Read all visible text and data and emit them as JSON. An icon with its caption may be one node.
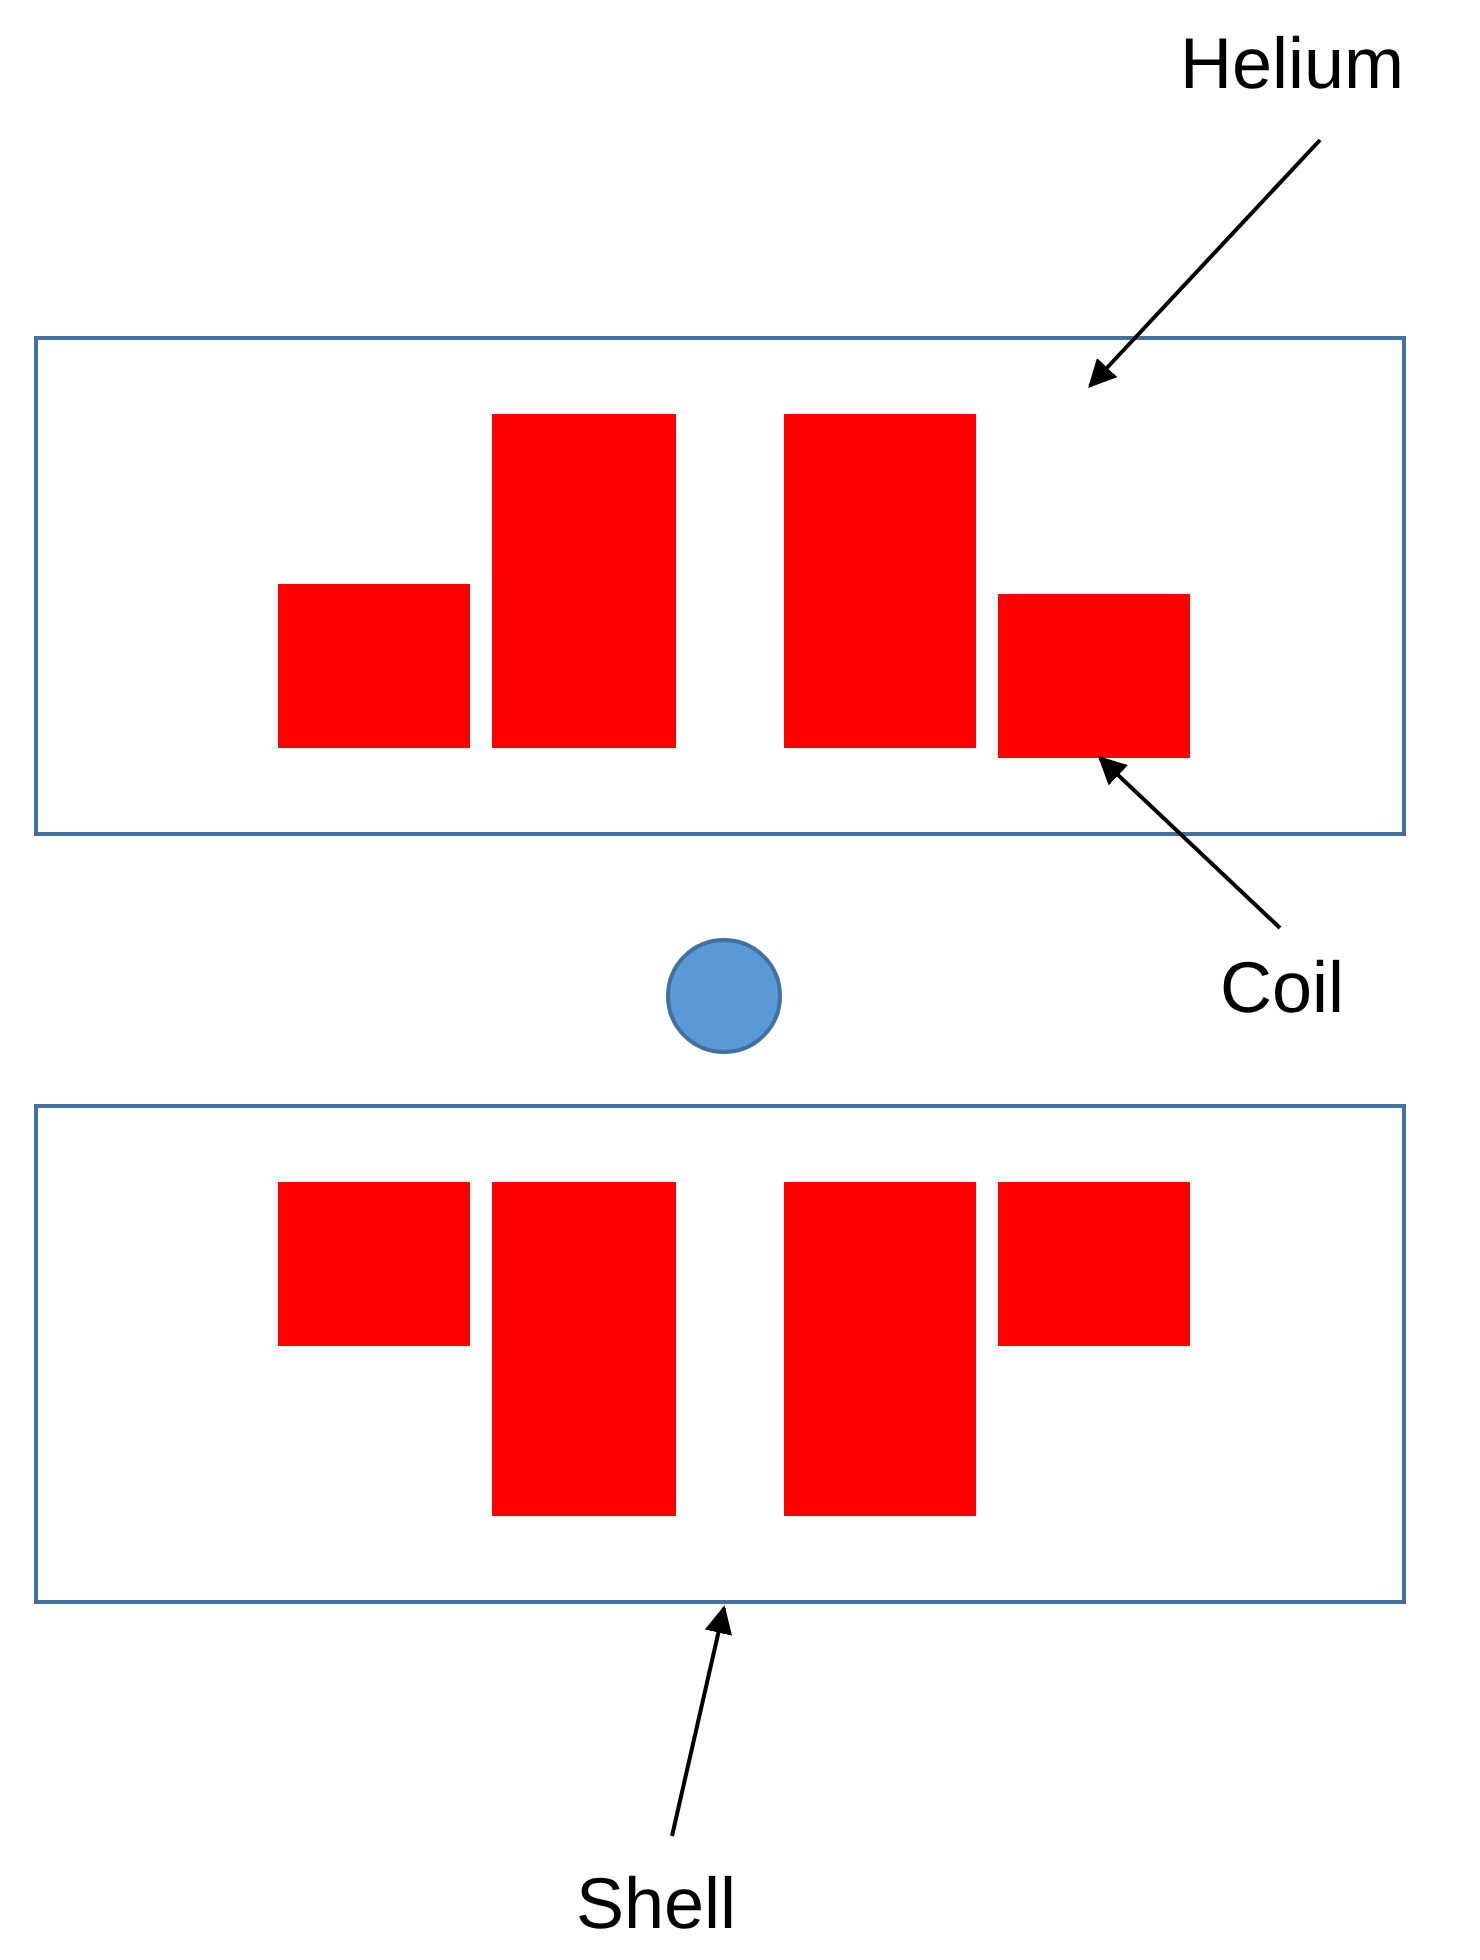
{
  "diagram": {
    "nodes": [
      {
        "text": [
          "Helium"
        ]
      },
      {
        "text": [],
        "shape": "box"
      },
      {
        "text": [],
        "shape": "box",
        "in": 1
      },
      {
        "text": [],
        "shape": "box",
        "in": 1
      },
      {
        "text": [],
        "shape": "box",
        "in": 1
      },
      {
        "text": [],
        "shape": "box",
        "in": 1
      },
      {
        "text": [
          "Coil"
        ]
      },
      {
        "text": [],
        "shape": "circle"
      },
      {
        "text": [],
        "shape": "box"
      },
      {
        "text": [],
        "shape": "box",
        "in": 8
      },
      {
        "text": [],
        "shape": "box",
        "in": 8
      },
      {
        "text": [],
        "shape": "box",
        "in": 8
      },
      {
        "text": [],
        "shape": "box",
        "in": 8
      },
      {
        "text": [
          "Shell"
        ]
      }
    ],
    "edges": [
      {
        "from": 0,
        "to": 1,
        "arrow": "to"
      },
      {
        "from": 6,
        "to": 5,
        "arrow": "to"
      },
      {
        "from": 13,
        "to": 8,
        "arrow": "to"
      }
    ]
  }
}
